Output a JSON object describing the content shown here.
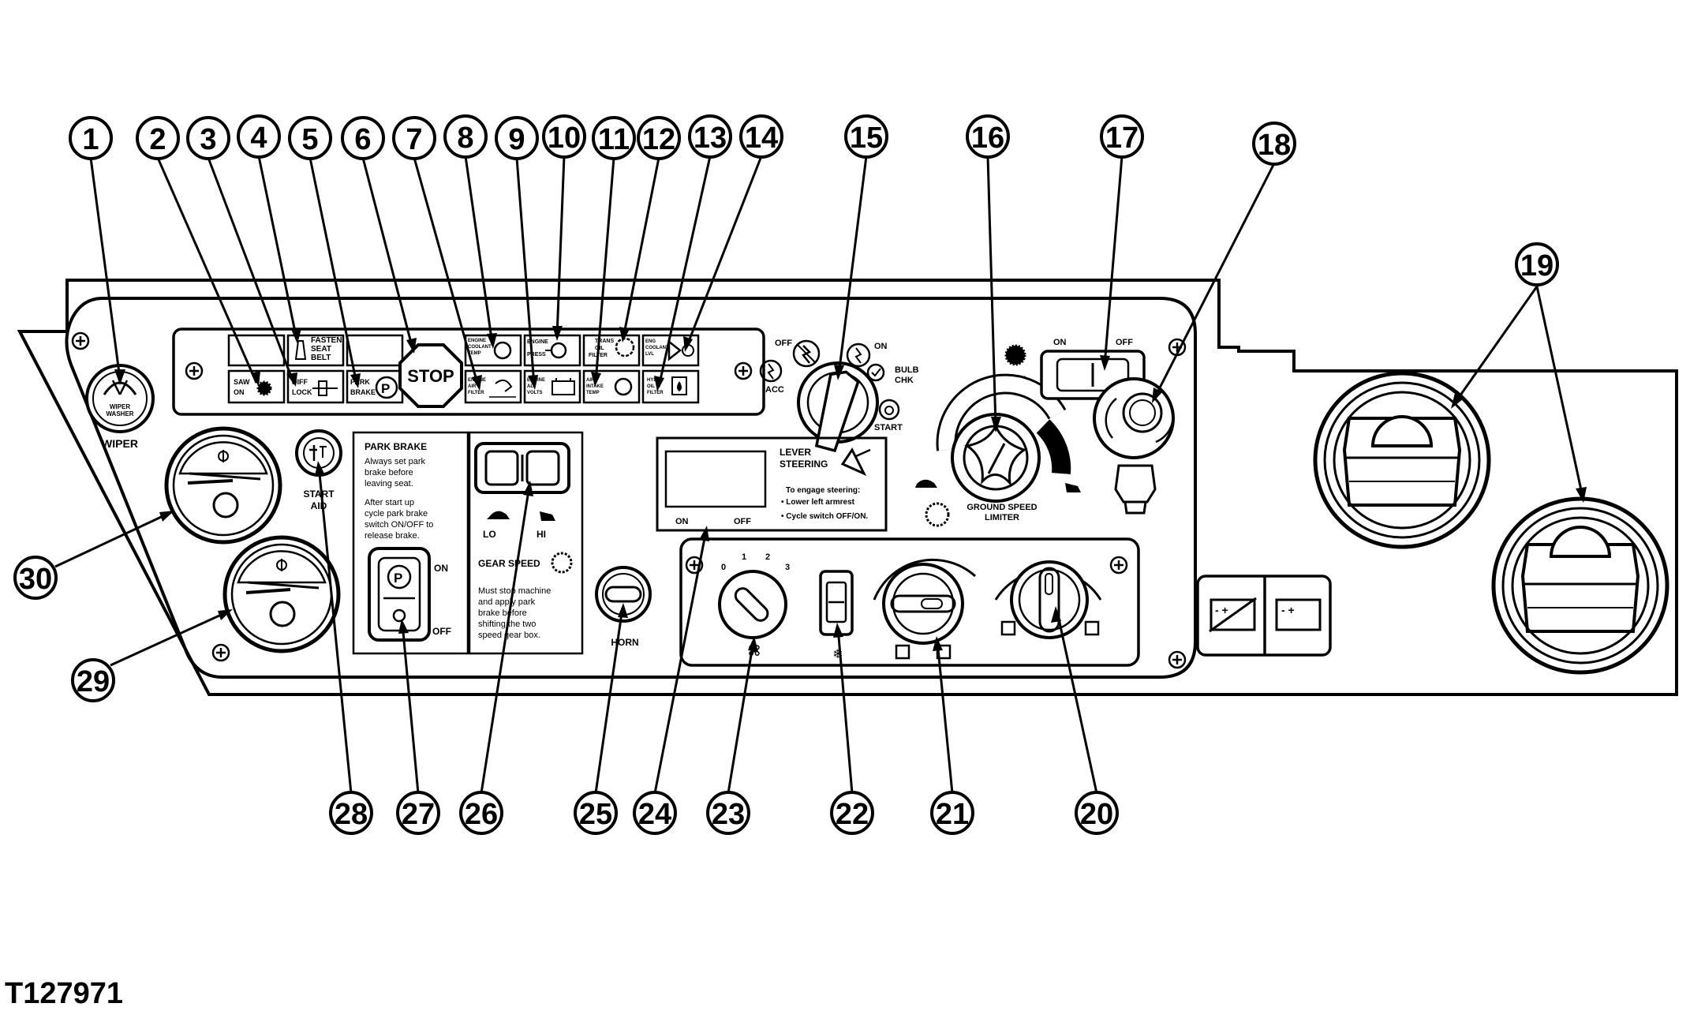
{
  "figure_id": "T127971",
  "callouts": [
    "1",
    "2",
    "3",
    "4",
    "5",
    "6",
    "7",
    "8",
    "9",
    "10",
    "11",
    "12",
    "13",
    "14",
    "15",
    "16",
    "17",
    "18",
    "19",
    "20",
    "21",
    "22",
    "23",
    "24",
    "25",
    "26",
    "27",
    "28",
    "29",
    "30"
  ],
  "indicators": {
    "top_row": [
      {
        "lines": [
          "FASTEN",
          "SEAT",
          "BELT"
        ]
      },
      {
        "lines": [
          "ENGINE",
          "COOLANT",
          "TEMP"
        ]
      },
      {
        "lines": [
          "ENGINE",
          "PRESS"
        ]
      },
      {
        "lines": [
          "TRANS",
          "OIL",
          "FILTER"
        ]
      },
      {
        "lines": [
          "ENG",
          "COOLANT",
          "LVL"
        ]
      }
    ],
    "bottom_row": [
      {
        "lines": [
          "SAW",
          "ON"
        ]
      },
      {
        "lines": [
          "DIFF",
          "LOCK"
        ]
      },
      {
        "lines": [
          "PARK",
          "BRAKE"
        ]
      },
      {
        "lines": [
          "ENGINE",
          "AIR",
          "FILTER"
        ]
      },
      {
        "lines": [
          "ENGINE",
          "ALT",
          "VOLTS"
        ]
      },
      {
        "lines": [
          "AIR",
          "INTAKE",
          "TEMP"
        ]
      },
      {
        "lines": [
          "HYD",
          "OIL",
          "FILTER"
        ]
      }
    ],
    "stop": "STOP"
  },
  "wiper": {
    "knob": [
      "WIPER",
      "WASHER"
    ],
    "label": "WIPER"
  },
  "start_aid": {
    "label": [
      "START",
      "AID"
    ]
  },
  "park_brake_panel": {
    "title": "PARK BRAKE",
    "text1": [
      "Always set park",
      "brake before",
      "leaving seat."
    ],
    "text2": [
      "After start up",
      "cycle park brake",
      "switch ON/OFF to",
      "release brake."
    ],
    "on": "ON",
    "off": "OFF"
  },
  "gear_speed_panel": {
    "lo": "LO",
    "hi": "HI",
    "title": "GEAR SPEED",
    "text": [
      "Must stop machine",
      "and apply park",
      "brake before",
      "shifting the two",
      "speed gear box."
    ]
  },
  "horn": {
    "label": "HORN"
  },
  "key_switch": {
    "off": "OFF",
    "on": "ON",
    "bulb_chk": [
      "BULB",
      "CHK"
    ],
    "start": "START",
    "acc": "ACC"
  },
  "steering_panel": {
    "on": "ON",
    "off": "OFF",
    "title": [
      "LEVER",
      "STEERING"
    ],
    "engage": "To engage steering:",
    "step1": "• Lower left armrest",
    "step2": "• Cycle switch OFF/ON."
  },
  "saw_label": "SAW",
  "ground_speed": {
    "label": [
      "GROUND SPEED",
      "LIMITER"
    ]
  },
  "saw_switch": {
    "on": "ON",
    "off": "OFF"
  },
  "fan_dial": {
    "marks": [
      "0",
      "1",
      "2",
      "3"
    ]
  },
  "colors": {
    "line": "#000000",
    "background": "#ffffff"
  }
}
